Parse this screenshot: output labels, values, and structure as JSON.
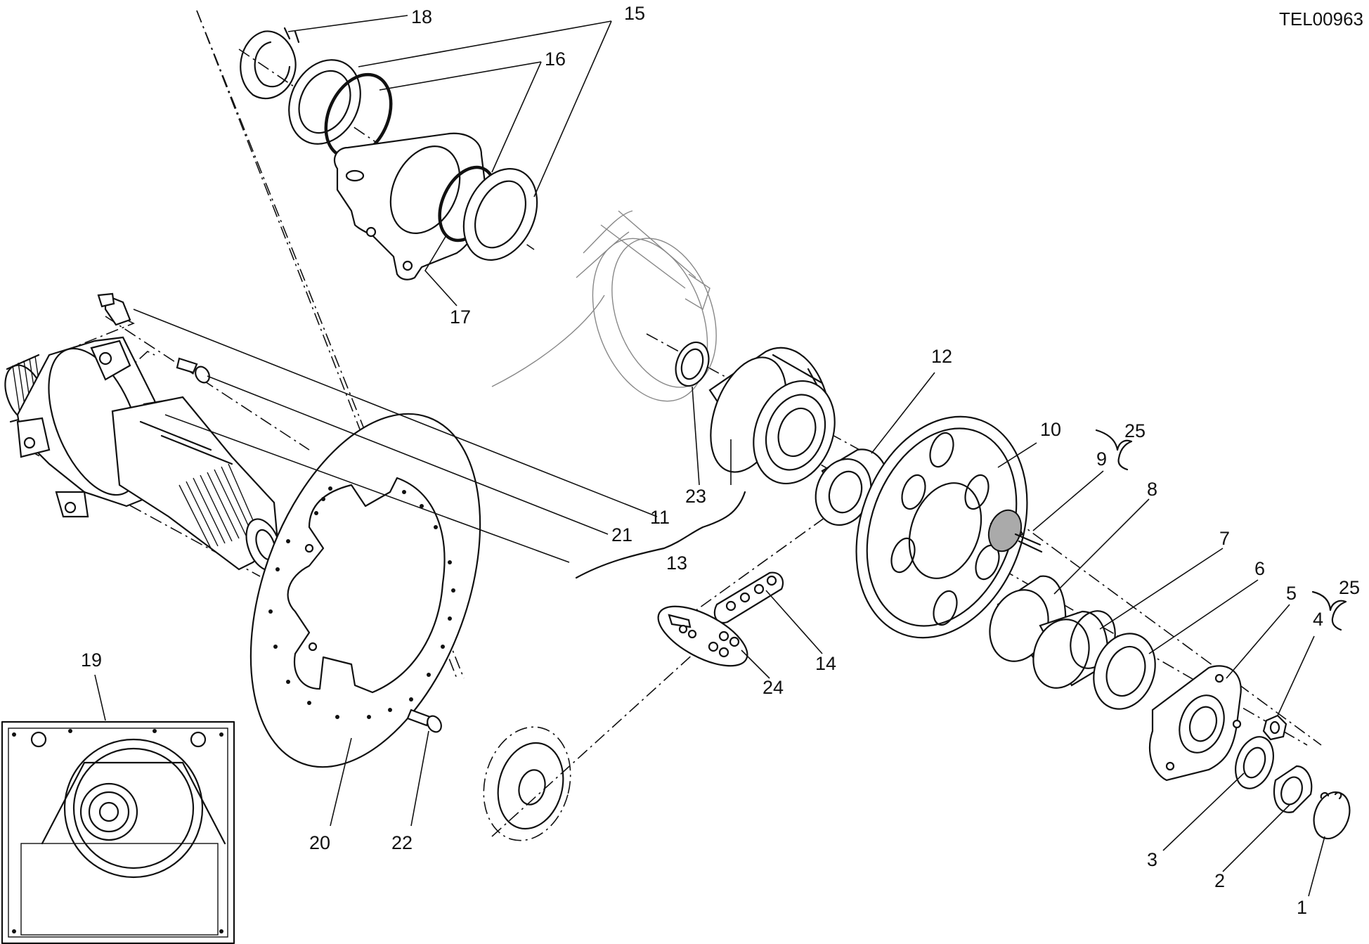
{
  "drawing": {
    "reference_code": "TEL00963",
    "callouts": [
      {
        "id": "1",
        "label": "1"
      },
      {
        "id": "2",
        "label": "2"
      },
      {
        "id": "3",
        "label": "3"
      },
      {
        "id": "4",
        "label": "4"
      },
      {
        "id": "5",
        "label": "5"
      },
      {
        "id": "6",
        "label": "6"
      },
      {
        "id": "7",
        "label": "7"
      },
      {
        "id": "8",
        "label": "8"
      },
      {
        "id": "9",
        "label": "9"
      },
      {
        "id": "10",
        "label": "10"
      },
      {
        "id": "11",
        "label": "11"
      },
      {
        "id": "12",
        "label": "12"
      },
      {
        "id": "13",
        "label": "13"
      },
      {
        "id": "14",
        "label": "14"
      },
      {
        "id": "15",
        "label": "15"
      },
      {
        "id": "16",
        "label": "16"
      },
      {
        "id": "17",
        "label": "17"
      },
      {
        "id": "18",
        "label": "18"
      },
      {
        "id": "19",
        "label": "19"
      },
      {
        "id": "20",
        "label": "20"
      },
      {
        "id": "21",
        "label": "21"
      },
      {
        "id": "22",
        "label": "22"
      },
      {
        "id": "23",
        "label": "23"
      },
      {
        "id": "24",
        "label": "24"
      },
      {
        "id": "25a",
        "label": "25"
      },
      {
        "id": "25b",
        "label": "25"
      }
    ]
  }
}
